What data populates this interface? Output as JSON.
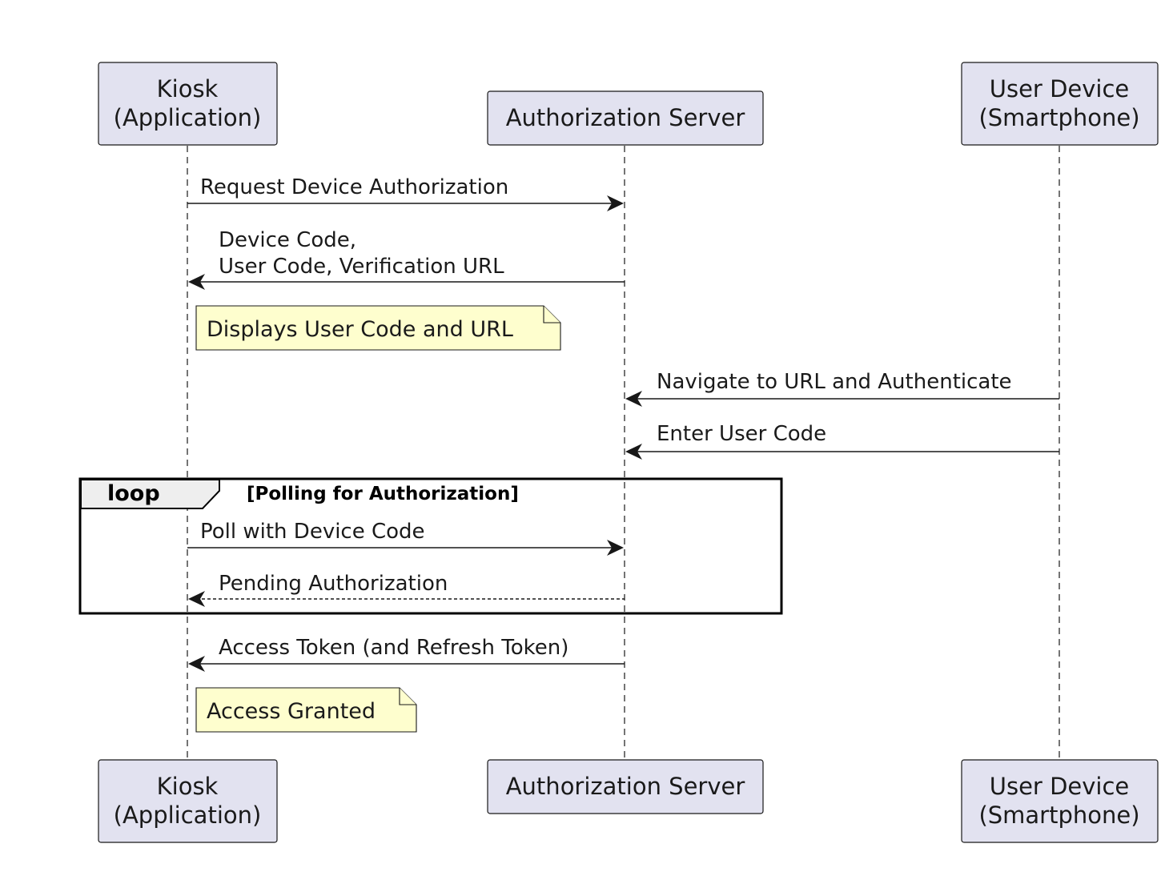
{
  "participants": [
    {
      "id": "kiosk",
      "lines": [
        "Kiosk",
        "(Application)"
      ]
    },
    {
      "id": "auth",
      "lines": [
        "Authorization Server"
      ]
    },
    {
      "id": "user",
      "lines": [
        "User Device",
        "(Smartphone)"
      ]
    }
  ],
  "messages": [
    {
      "id": "m1",
      "from": "kiosk",
      "to": "auth",
      "lines": [
        "Request Device Authorization"
      ],
      "style": "solid"
    },
    {
      "id": "m2",
      "from": "auth",
      "to": "kiosk",
      "lines": [
        "Device Code,",
        "User Code, Verification URL"
      ],
      "style": "solid"
    },
    {
      "id": "m3",
      "from": "user",
      "to": "auth",
      "lines": [
        "Navigate to URL and Authenticate"
      ],
      "style": "solid"
    },
    {
      "id": "m4",
      "from": "user",
      "to": "auth",
      "lines": [
        "Enter User Code"
      ],
      "style": "solid"
    },
    {
      "id": "m5",
      "from": "kiosk",
      "to": "auth",
      "lines": [
        "Poll with Device Code"
      ],
      "style": "solid"
    },
    {
      "id": "m6",
      "from": "auth",
      "to": "kiosk",
      "lines": [
        "Pending Authorization"
      ],
      "style": "dashed"
    },
    {
      "id": "m7",
      "from": "auth",
      "to": "kiosk",
      "lines": [
        "Access Token (and Refresh Token)"
      ],
      "style": "solid"
    }
  ],
  "notes": [
    {
      "id": "n1",
      "over": "kiosk",
      "text": "Displays User Code and URL"
    },
    {
      "id": "n2",
      "over": "kiosk",
      "text": "Access Granted"
    }
  ],
  "loop": {
    "keyword": "loop",
    "guard": "[Polling for Authorization]"
  }
}
